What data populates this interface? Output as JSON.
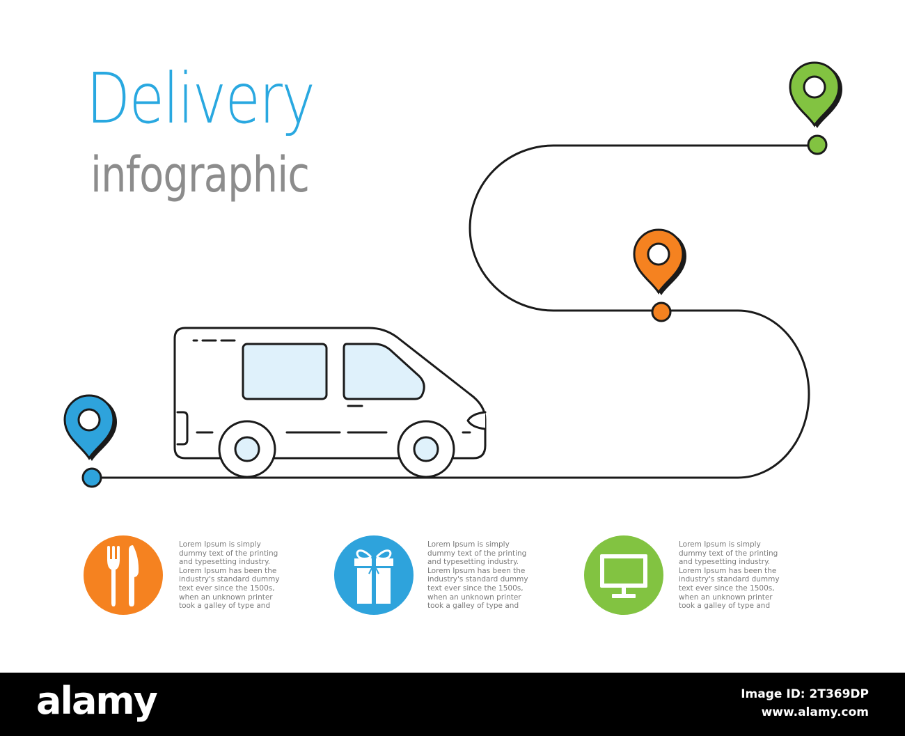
{
  "title": "Delivery",
  "subtitle": "infographic",
  "colors": {
    "title": "#29a8e0",
    "subtitle": "#8c8c8c",
    "blue": "#2ea3dc",
    "orange": "#f58220",
    "green": "#82c341",
    "route": "#1a1a1a",
    "window": "#dff1fb"
  },
  "route_points": [
    {
      "name": "start-pin",
      "color": "blue"
    },
    {
      "name": "middle-pin",
      "color": "orange"
    },
    {
      "name": "destination-pin",
      "color": "green"
    }
  ],
  "info_items": [
    {
      "icon": "fork-knife-icon",
      "color": "orange",
      "text": "Lorem Ipsum is simply dummy text of the printing and typesetting industry. Lorem Ipsum has been the industry's standard dummy text ever since the 1500s, when an unknown printer took a galley of type and"
    },
    {
      "icon": "gift-box-icon",
      "color": "blue",
      "text": "Lorem Ipsum is simply dummy text of the printing and typesetting industry. Lorem Ipsum has been the industry's standard dummy text ever since the 1500s, when an unknown printer took a galley of type and"
    },
    {
      "icon": "monitor-icon",
      "color": "green",
      "text": "Lorem Ipsum is simply dummy text of the printing and typesetting industry. Lorem Ipsum has been the industry's standard dummy text ever since the 1500s, when an unknown printer took a galley of type and"
    }
  ],
  "watermark": {
    "brand": "alamy",
    "image_id": "Image ID: 2T369DP",
    "site": "www.alamy.com"
  }
}
